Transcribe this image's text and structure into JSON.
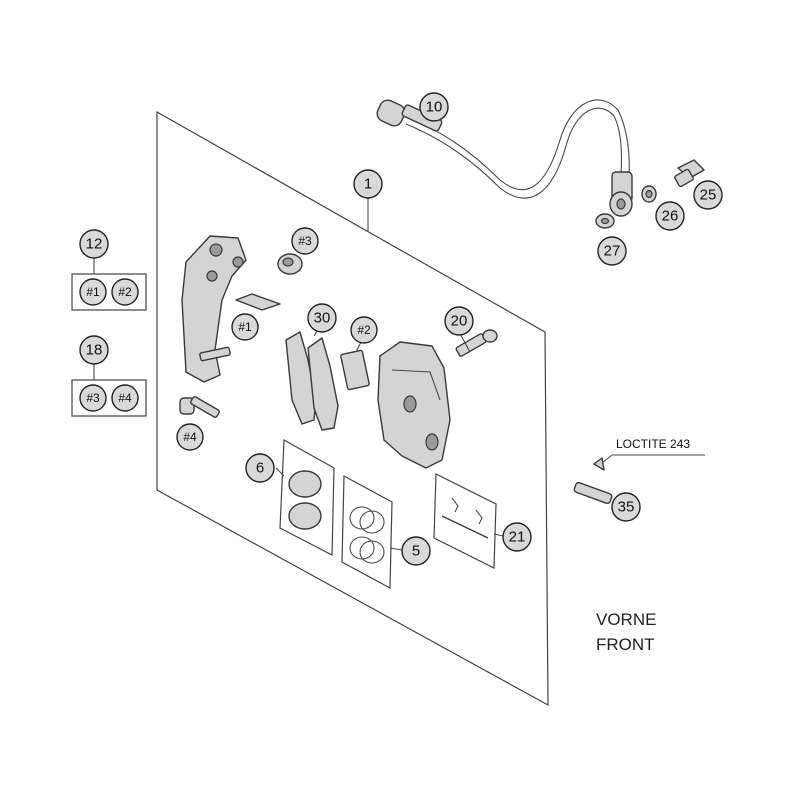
{
  "callouts": {
    "c1": "1",
    "c5": "5",
    "c6": "6",
    "c10": "10",
    "c12": "12",
    "c18": "18",
    "c20": "20",
    "c21": "21",
    "c25": "25",
    "c26": "26",
    "c27": "27",
    "c30": "30",
    "c35": "35"
  },
  "sub_refs": {
    "ref1": "#1",
    "ref2": "#2",
    "ref3": "#3",
    "ref4": "#4"
  },
  "note": "LOCTITE 243",
  "orientation": {
    "line1": "VORNE",
    "line2": "FRONT"
  }
}
